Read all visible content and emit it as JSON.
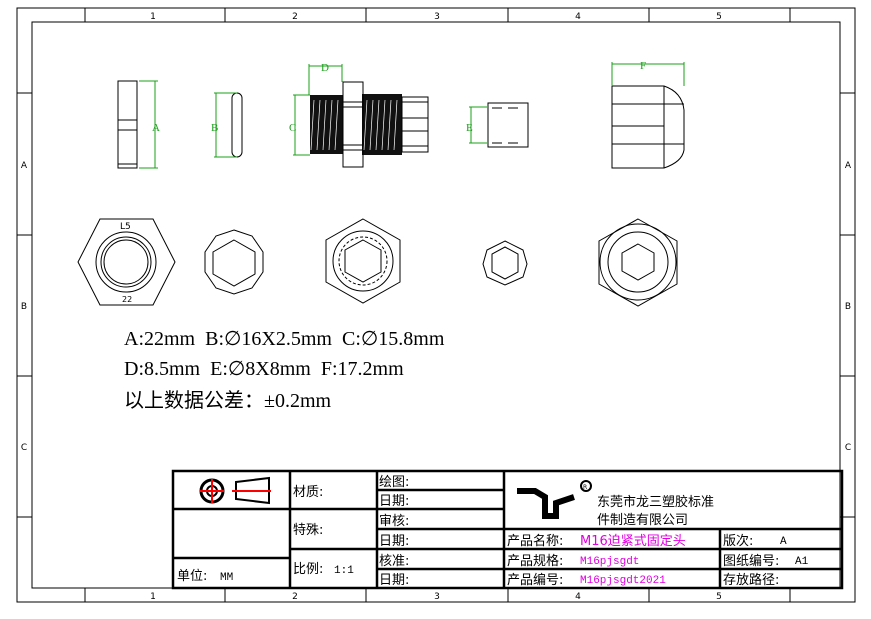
{
  "frame": {
    "columns": [
      "1",
      "2",
      "3",
      "4",
      "5"
    ],
    "rows": [
      "A",
      "B",
      "C"
    ]
  },
  "dimension_labels": [
    "A",
    "B",
    "C",
    "D",
    "E",
    "F"
  ],
  "specs": {
    "line1": "A:22mm  B:∅16X2.5mm  C:∅15.8mm",
    "line2": "D:8.5mm  E:∅8X8mm  F:17.2mm",
    "line3": "以上数据公差：±0.2mm"
  },
  "title_block": {
    "unit_label": "单位:",
    "unit_value": "MM",
    "material_label": "材质:",
    "special_label": "特殊:",
    "scale_label": "比例:",
    "scale_value": "1:1",
    "drawn_label": "绘图:",
    "date1_label": "日期:",
    "review_label": "审核:",
    "date2_label": "日期:",
    "approve_label": "核准:",
    "date3_label": "日期:",
    "company_line1": "东莞市龙三塑胶标准",
    "company_line2": "件制造有限公司",
    "product_name_label": "产品名称:",
    "product_name": "M16迫紧式固定头",
    "product_spec_label": "产品规格:",
    "product_spec": "M16pjsgdt",
    "product_code_label": "产品编号:",
    "product_code": "M16pjsgdt2021",
    "version_label": "版次:",
    "version": "A",
    "drawing_no_label": "图纸编号:",
    "drawing_no": "A1",
    "storage_label": "存放路径:"
  },
  "colors": {
    "dimension": "#1aa01a",
    "highlight": "#e000e0",
    "symbol": "#ff0000"
  }
}
